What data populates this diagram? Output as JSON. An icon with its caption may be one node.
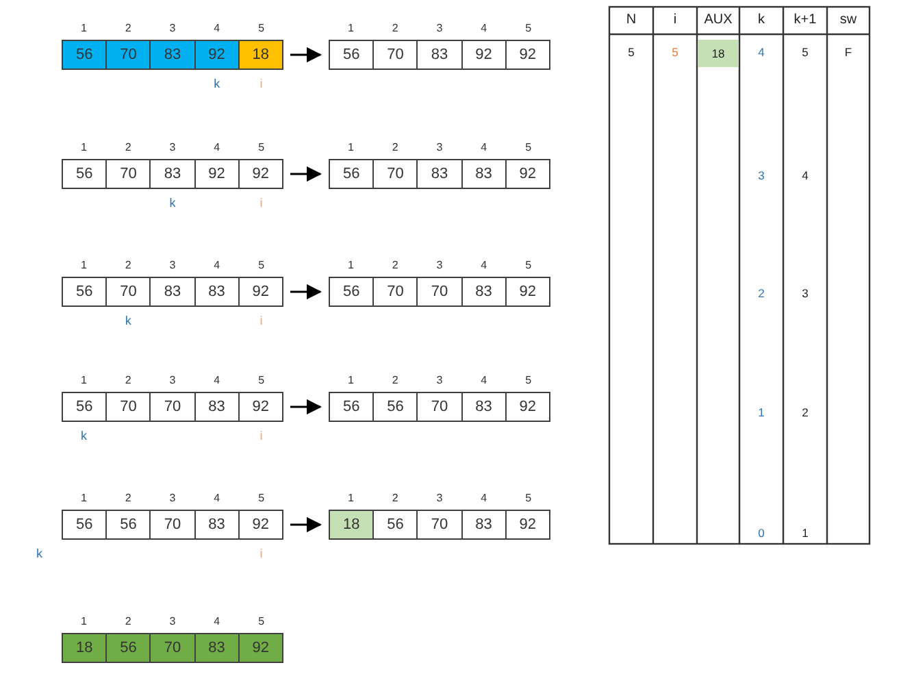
{
  "diagram": {
    "nodes": [
      {
        "text": [
          "56",
          "70",
          "83",
          "92",
          "18"
        ],
        "beside": [
          "1",
          "2",
          "3",
          "4",
          "5",
          "k",
          "i"
        ]
      },
      {
        "text": [
          "56",
          "70",
          "83",
          "92",
          "92"
        ],
        "beside": [
          "1",
          "2",
          "3",
          "4",
          "5"
        ]
      },
      {
        "text": [
          "56",
          "70",
          "83",
          "92",
          "92"
        ],
        "beside": [
          "1",
          "2",
          "3",
          "4",
          "5",
          "k",
          "i"
        ]
      },
      {
        "text": [
          "56",
          "70",
          "83",
          "83",
          "92"
        ],
        "beside": [
          "1",
          "2",
          "3",
          "4",
          "5"
        ]
      },
      {
        "text": [
          "56",
          "70",
          "83",
          "83",
          "92"
        ],
        "beside": [
          "1",
          "2",
          "3",
          "4",
          "5",
          "k",
          "i"
        ]
      },
      {
        "text": [
          "56",
          "70",
          "70",
          "83",
          "92"
        ],
        "beside": [
          "1",
          "2",
          "3",
          "4",
          "5"
        ]
      },
      {
        "text": [
          "56",
          "70",
          "70",
          "83",
          "92"
        ],
        "beside": [
          "1",
          "2",
          "3",
          "4",
          "5",
          "k",
          "i"
        ]
      },
      {
        "text": [
          "56",
          "56",
          "70",
          "83",
          "92"
        ],
        "beside": [
          "1",
          "2",
          "3",
          "4",
          "5"
        ]
      },
      {
        "text": [
          "56",
          "56",
          "70",
          "83",
          "92"
        ],
        "beside": [
          "1",
          "2",
          "3",
          "4",
          "5",
          "k",
          "i"
        ]
      },
      {
        "text": [
          "18",
          "56",
          "70",
          "83",
          "92"
        ],
        "beside": [
          "1",
          "2",
          "3",
          "4",
          "5"
        ]
      },
      {
        "text": [
          "18",
          "56",
          "70",
          "83",
          "92"
        ],
        "beside": [
          "1",
          "2",
          "3",
          "4",
          "5"
        ]
      }
    ],
    "edges": [
      {
        "from": 0,
        "to": 1,
        "arrow": "to"
      },
      {
        "from": 2,
        "to": 3,
        "arrow": "to"
      },
      {
        "from": 4,
        "to": 5,
        "arrow": "to"
      },
      {
        "from": 6,
        "to": 7,
        "arrow": "to"
      },
      {
        "from": 8,
        "to": 9,
        "arrow": "to"
      }
    ],
    "labels": [
      "N",
      "i",
      "AUX",
      "k",
      "k+1",
      "sw",
      "5",
      "5",
      "18",
      "4",
      "5",
      "F",
      "3",
      "4",
      "2",
      "3",
      "1",
      "2",
      "0",
      "1"
    ]
  }
}
